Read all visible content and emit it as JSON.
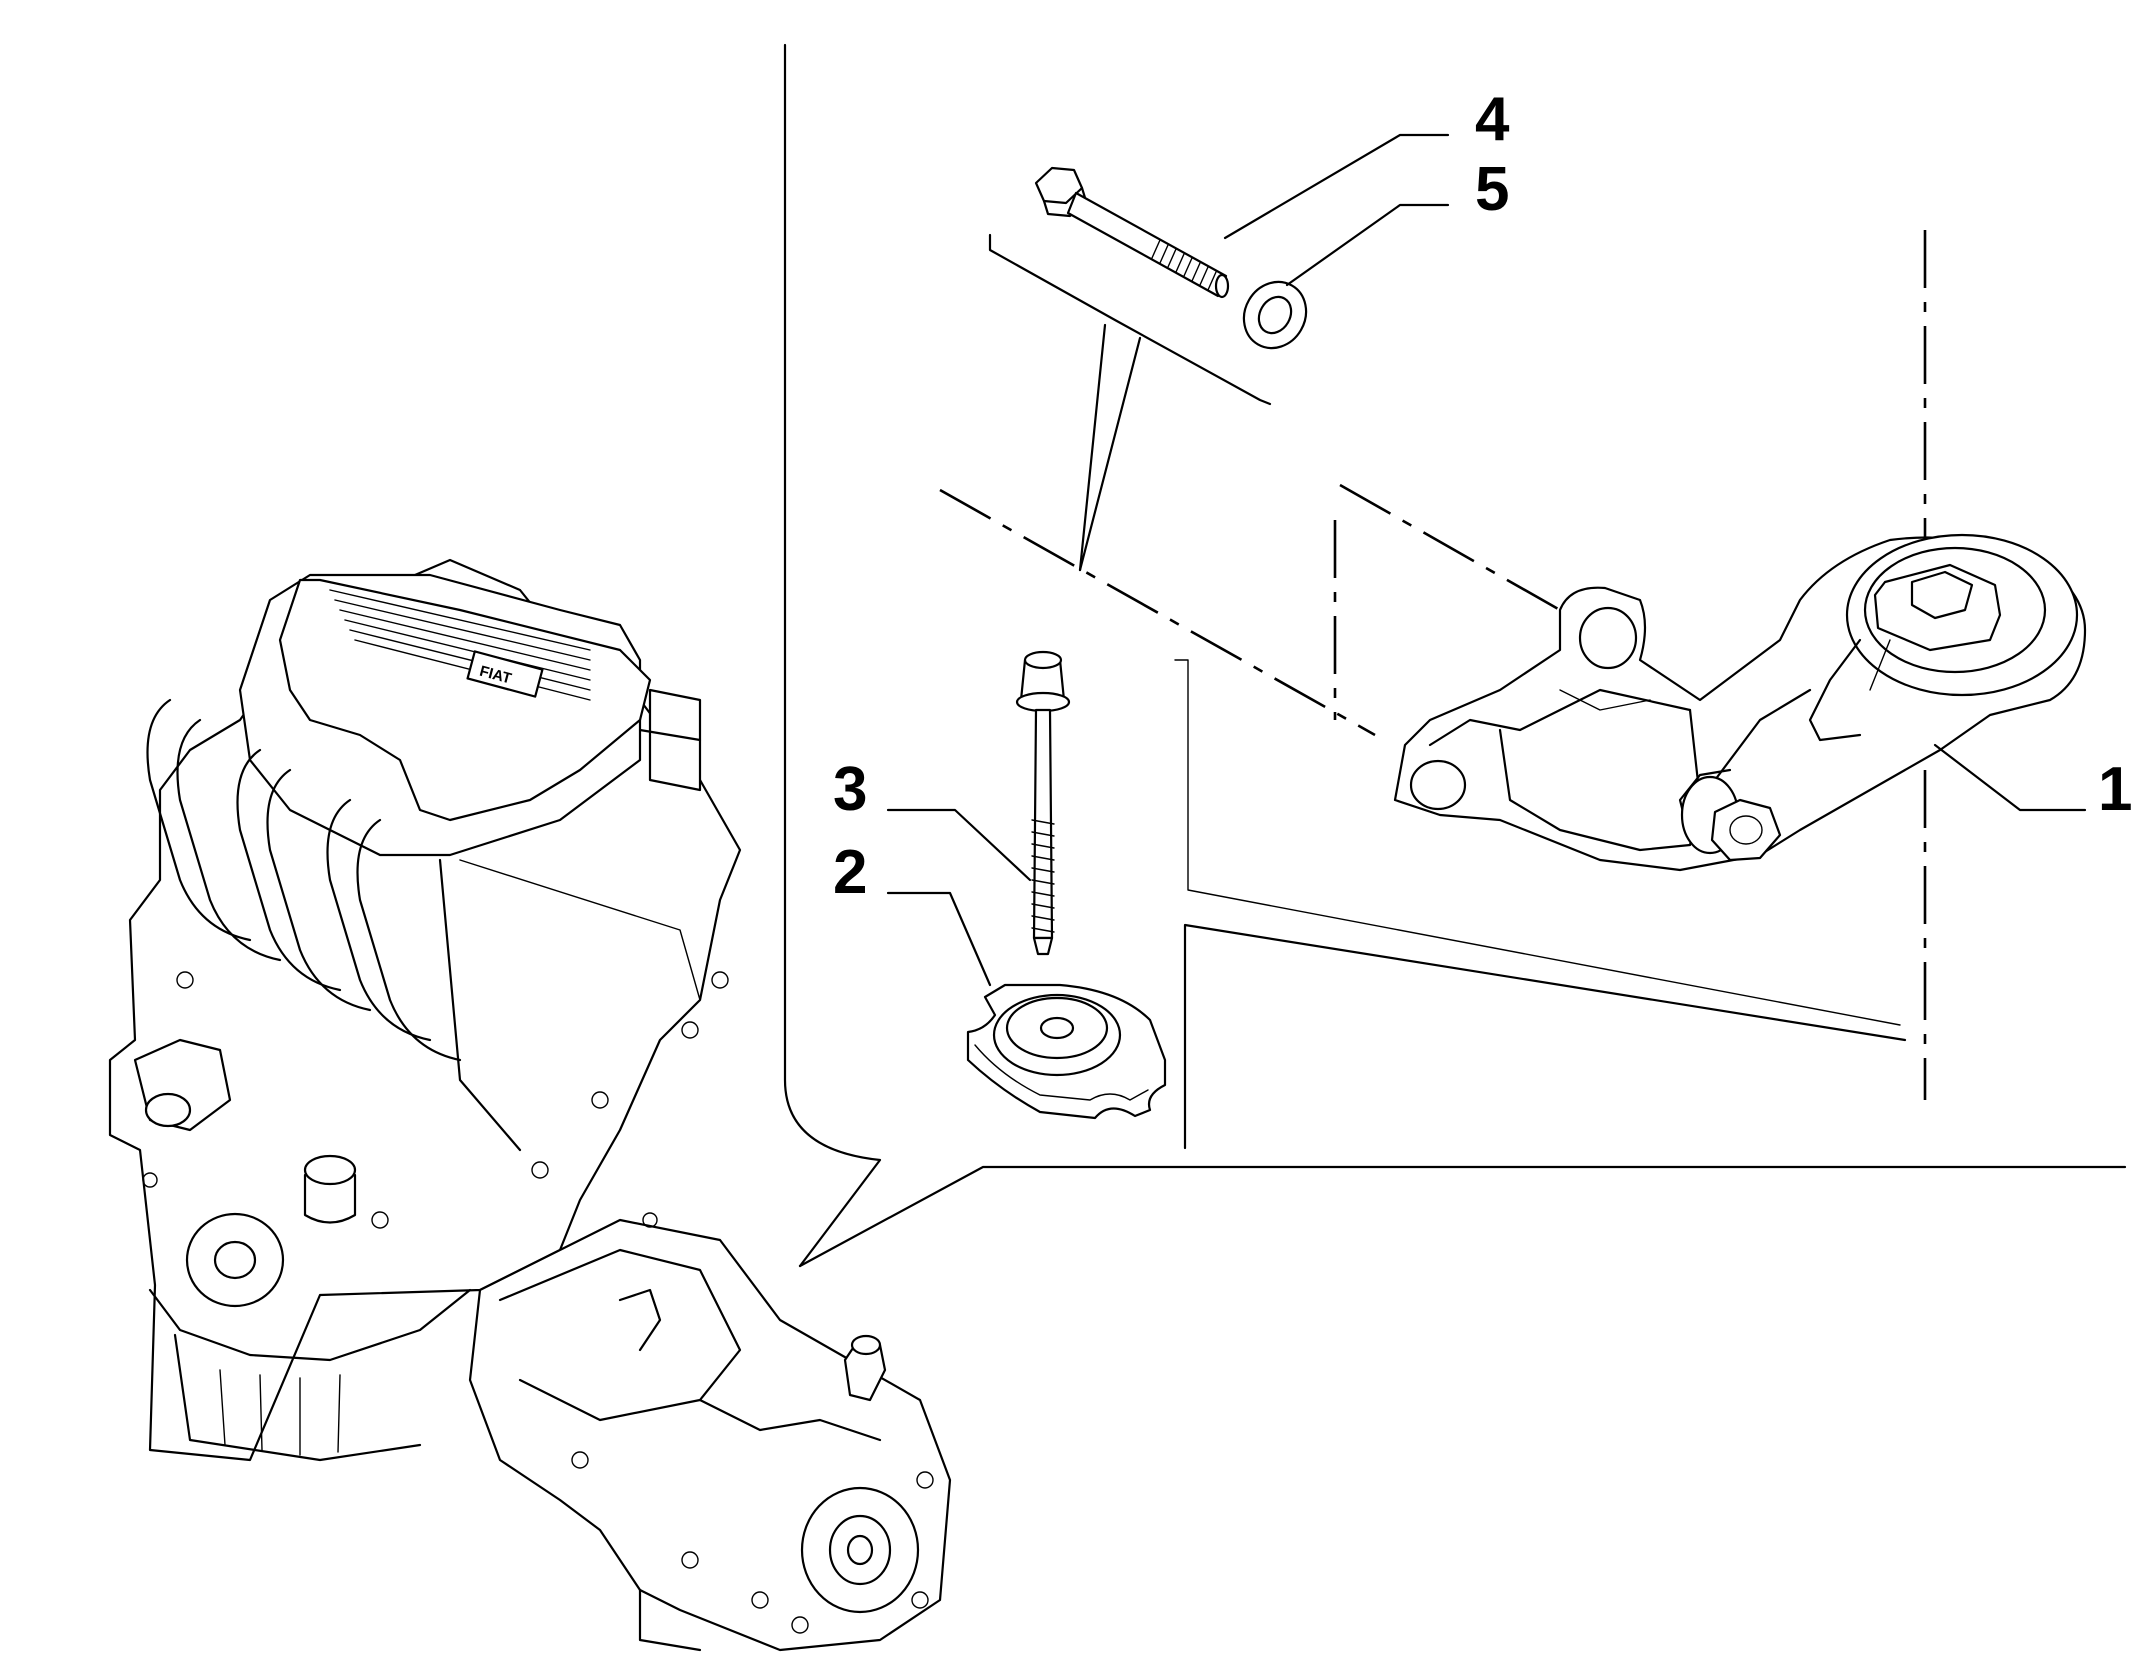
{
  "callouts": [
    {
      "label": "1"
    },
    {
      "label": "2"
    },
    {
      "label": "3"
    },
    {
      "label": "4"
    },
    {
      "label": "5"
    }
  ],
  "engine": {
    "logo": "FIAT"
  }
}
